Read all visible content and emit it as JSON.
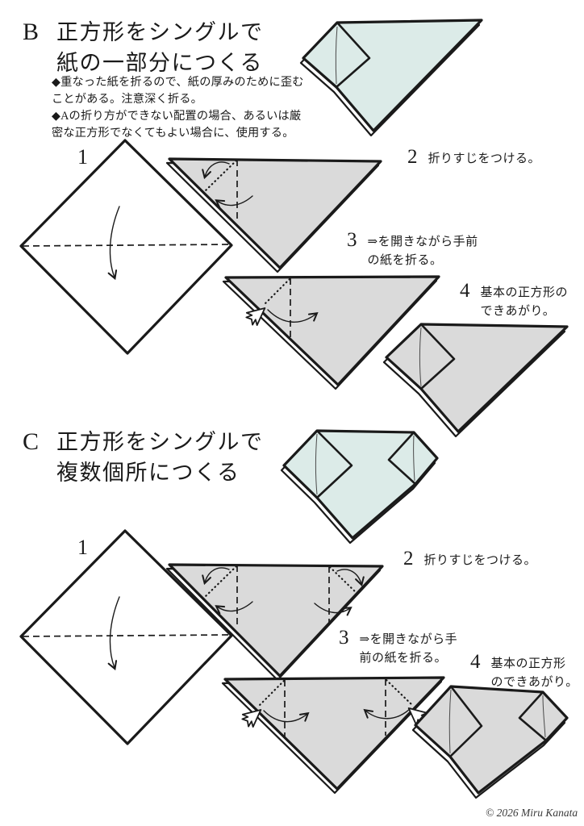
{
  "page": {
    "copyright": "© 2026 Miru Kanata"
  },
  "colors": {
    "paper_teal": "#dcebe8",
    "paper_gray": "#dadada",
    "ink": "#1a1a1a"
  },
  "icons": {
    "open_arrow": "open-direction-block-arrow",
    "fold_arrow": "fold-direction-curved-arrow"
  },
  "sections": {
    "b": {
      "letter": "B",
      "title_line1": "正方形をシングルで",
      "title_line2": "紙の一部分につくる",
      "notes": [
        "◆重なった紙を折るので、紙の厚みのために歪むことがある。注意深く折る。",
        "◆Aの折り方ができない配置の場合、あるいは厳密な正方形でなくてもよい場合に、使用する。"
      ],
      "steps": [
        {
          "num": "1",
          "caption": ""
        },
        {
          "num": "2",
          "caption": "折りすじをつける。"
        },
        {
          "num": "3",
          "caption_line1": "⇒を開きながら手前",
          "caption_line2": "の紙を折る。"
        },
        {
          "num": "4",
          "caption_line1": "基本の正方形の",
          "caption_line2": "できあがり。"
        }
      ]
    },
    "c": {
      "letter": "C",
      "title_line1": "正方形をシングルで",
      "title_line2": "複数個所につくる",
      "steps": [
        {
          "num": "1",
          "caption": ""
        },
        {
          "num": "2",
          "caption": "折りすじをつける。"
        },
        {
          "num": "3",
          "caption_line1": "⇒を開きながら手",
          "caption_line2": "前の紙を折る。"
        },
        {
          "num": "4",
          "caption_line1": "基本の正方形",
          "caption_line2": "のできあがり。"
        }
      ]
    }
  }
}
